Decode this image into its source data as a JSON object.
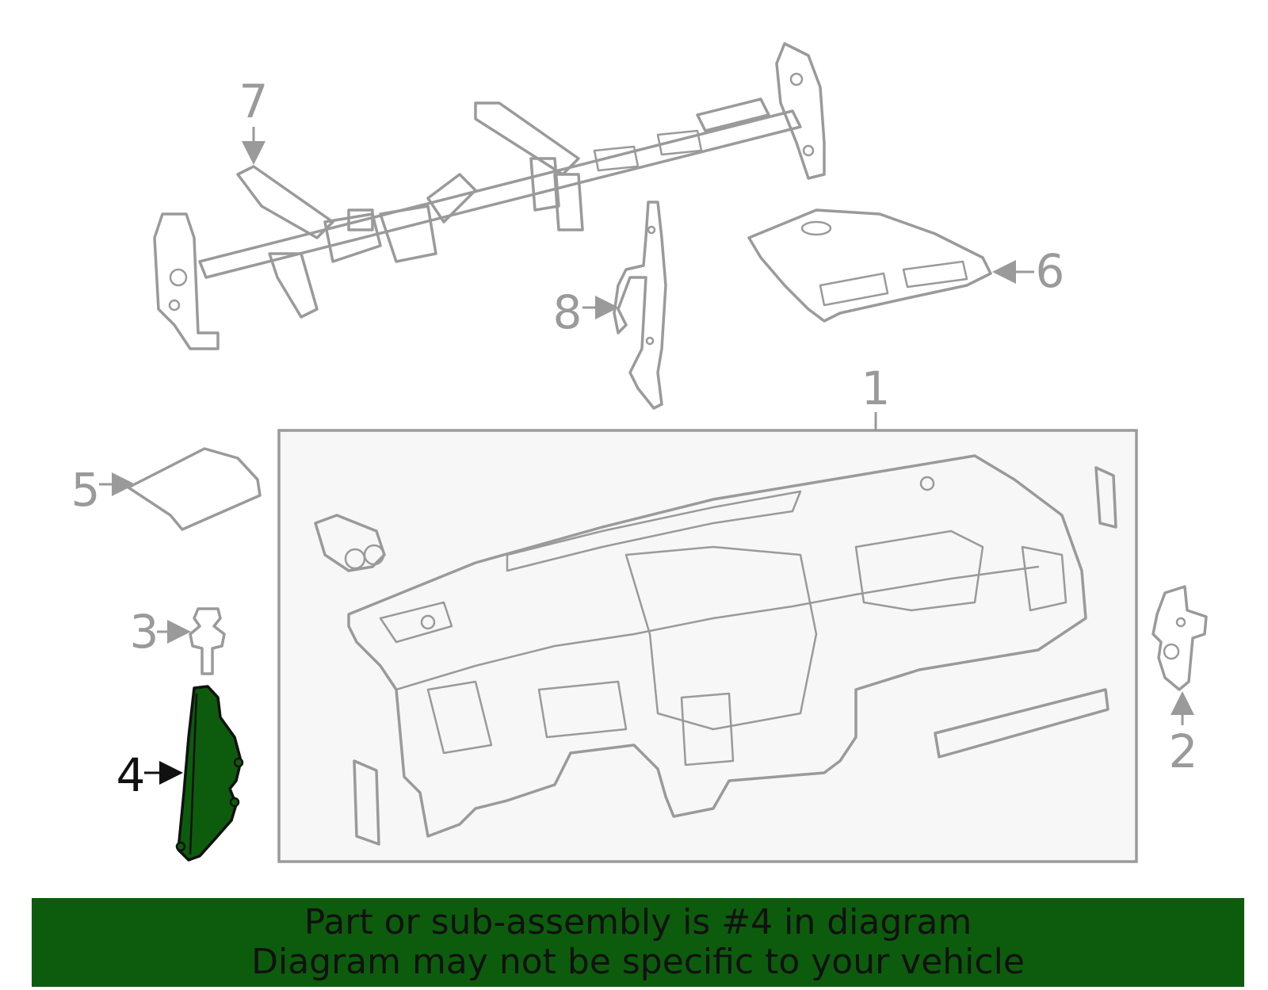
{
  "diagram": {
    "callouts": {
      "c1": "1",
      "c2": "2",
      "c3": "3",
      "c4": "4",
      "c5": "5",
      "c6": "6",
      "c7": "7",
      "c8": "8"
    },
    "highlight_color": "#0d5c0d",
    "line_color": "#9a9a9a"
  },
  "banner": {
    "line1": "Part or sub-assembly is #4 in diagram",
    "line2": "Diagram may not be specific to your vehicle"
  }
}
